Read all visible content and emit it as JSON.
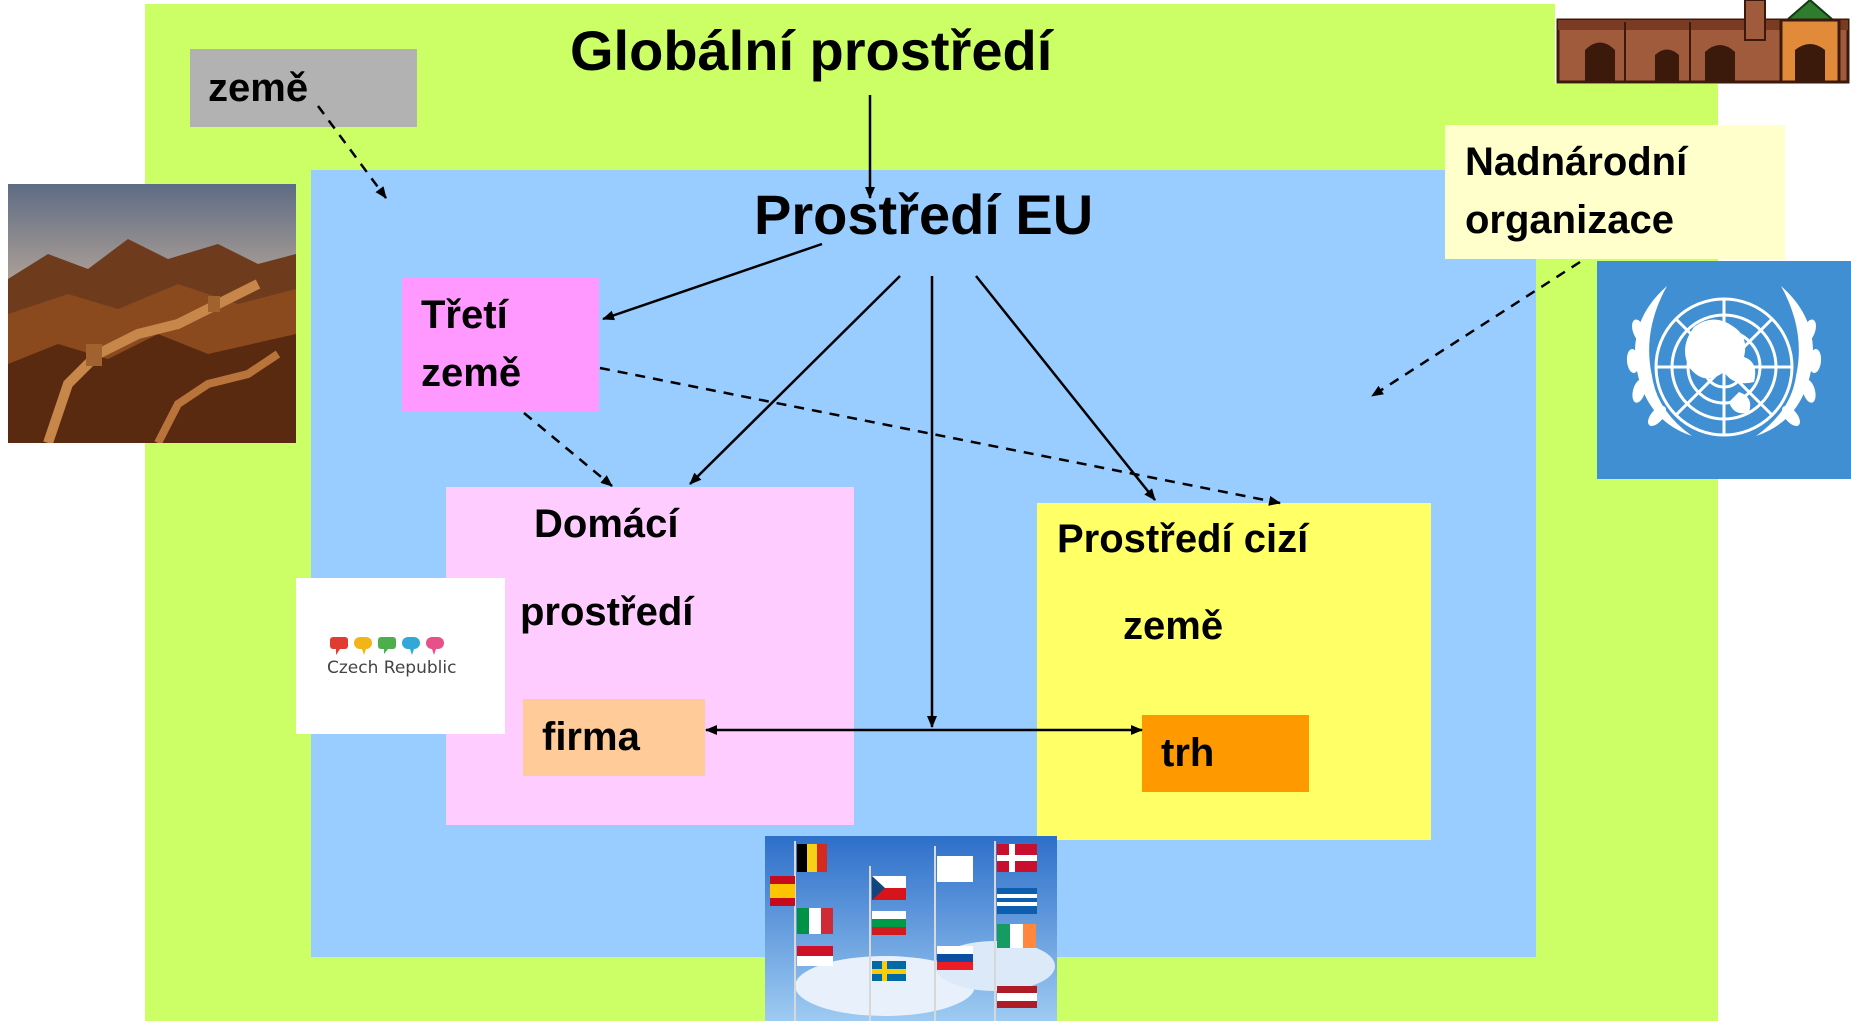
{
  "title": "Globální prostředí",
  "eu_label": "Prostředí EU",
  "boxes": {
    "zeme": "země",
    "treti_line1": "Třetí",
    "treti_line2": "země",
    "domaci_line1": "Domácí",
    "domaci_line2": "prostředí",
    "cizi_line1": "Prostředí cizí",
    "cizi_line2": "země",
    "firma": "firma",
    "trh": "trh",
    "nadnarodni_line1": "Nadnárodní",
    "nadnarodni_line2": "organizace"
  },
  "logo": {
    "czech_republic": "Czech Republic"
  },
  "colors": {
    "global": "#ccff66",
    "eu": "#99ccff",
    "zeme": "#b2b2b2",
    "treti": "#ff99ff",
    "domaci": "#ffccff",
    "cizi": "#ffff66",
    "firma": "#ffcc99",
    "trh": "#ff9900",
    "nadnarodni": "#ffffcc",
    "un_blue": "#3f8fd2"
  },
  "images": [
    "great-wall-photo",
    "castle-illustration",
    "un-emblem",
    "eu-flags-photo",
    "czech-republic-logo"
  ]
}
